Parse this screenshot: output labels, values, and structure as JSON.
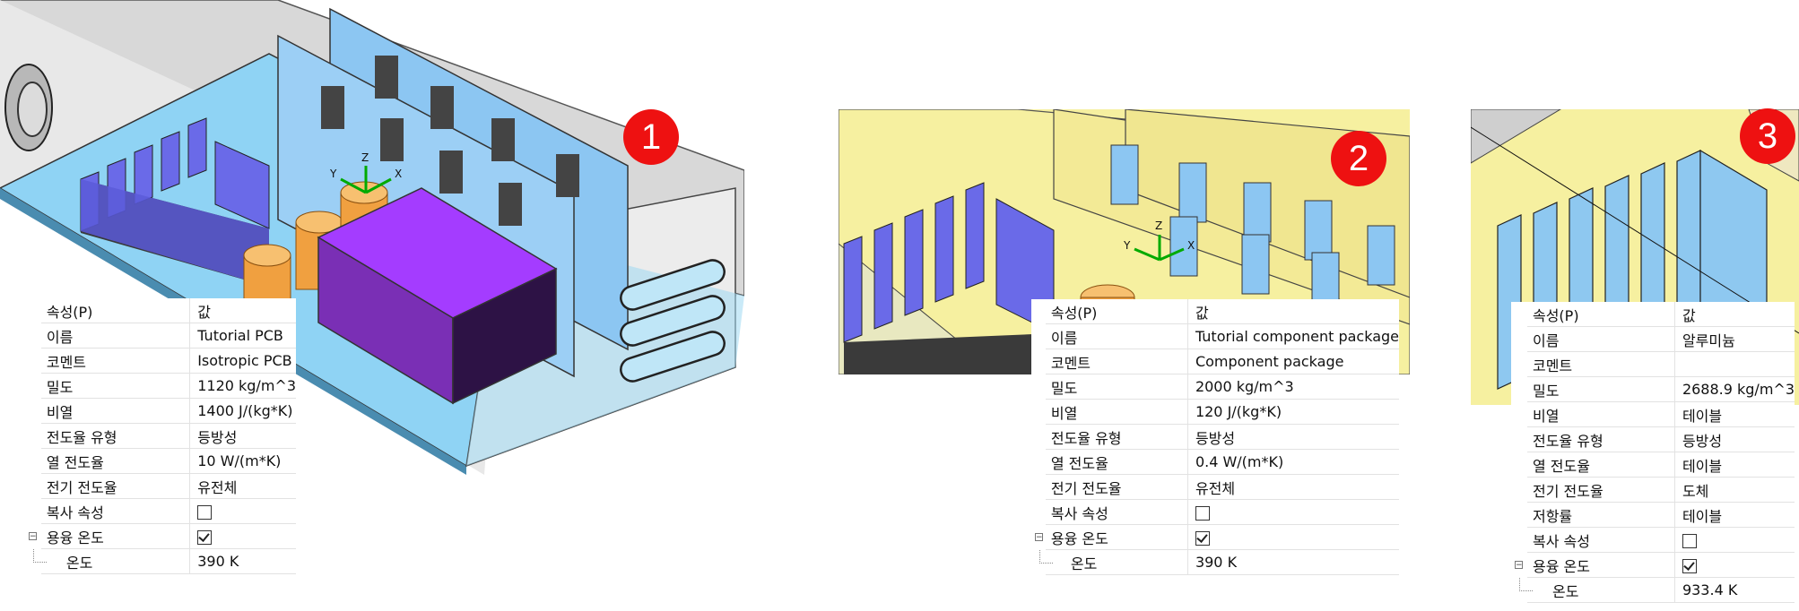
{
  "panels": [
    {
      "badge": "1",
      "header": {
        "key": "속성(P)",
        "val": "값"
      },
      "rows": [
        {
          "key": "이름",
          "val": "Tutorial PCB"
        },
        {
          "key": "코멘트",
          "val": "Isotropic PCB"
        },
        {
          "key": "밀도",
          "val": "1120 kg/m^3"
        },
        {
          "key": "비열",
          "val": "1400 J/(kg*K)"
        },
        {
          "key": "전도율 유형",
          "val": "등방성"
        },
        {
          "key": "열 전도율",
          "val": "10 W/(m*K)"
        },
        {
          "key": "전기 전도율",
          "val": "유전체"
        }
      ],
      "radiation_label": "복사 속성",
      "melting_label": "용융 온도",
      "temp_label": "온도",
      "temp_val": "390 K"
    },
    {
      "badge": "2",
      "header": {
        "key": "속성(P)",
        "val": "값"
      },
      "rows": [
        {
          "key": "이름",
          "val": "Tutorial component package"
        },
        {
          "key": "코멘트",
          "val": "Component package"
        },
        {
          "key": "밀도",
          "val": "2000 kg/m^3"
        },
        {
          "key": "비열",
          "val": "120 J/(kg*K)"
        },
        {
          "key": "전도율 유형",
          "val": "등방성"
        },
        {
          "key": "열 전도율",
          "val": "0.4 W/(m*K)"
        },
        {
          "key": "전기 전도율",
          "val": "유전체"
        }
      ],
      "radiation_label": "복사 속성",
      "melting_label": "용융 온도",
      "temp_label": "온도",
      "temp_val": "390 K"
    },
    {
      "badge": "3",
      "header": {
        "key": "속성(P)",
        "val": "값"
      },
      "rows": [
        {
          "key": "이름",
          "val": "알루미늄"
        },
        {
          "key": "코멘트",
          "val": ""
        },
        {
          "key": "밀도",
          "val": "2688.9 kg/m^3"
        },
        {
          "key": "비열",
          "val": "테이블"
        },
        {
          "key": "전도율 유형",
          "val": "등방성"
        },
        {
          "key": "열 전도율",
          "val": "테이블"
        },
        {
          "key": "전기 전도율",
          "val": "도체"
        },
        {
          "key": "저항률",
          "val": "테이블"
        }
      ],
      "radiation_label": "복사 속성",
      "melting_label": "용융 온도",
      "temp_label": "온도",
      "temp_val": "933.4 K"
    }
  ],
  "axis_labels": {
    "x": "X",
    "y": "Y",
    "z": "Z"
  },
  "colors": {
    "badge": "#ee1111",
    "board_blue": "#8fd3f4",
    "board_yellow": "#f6f0a0",
    "heatsink": "#6a6ae8",
    "chip": "#9b30ff",
    "capacitor": "#f0a040",
    "aluminum": "#8ec8f0"
  }
}
